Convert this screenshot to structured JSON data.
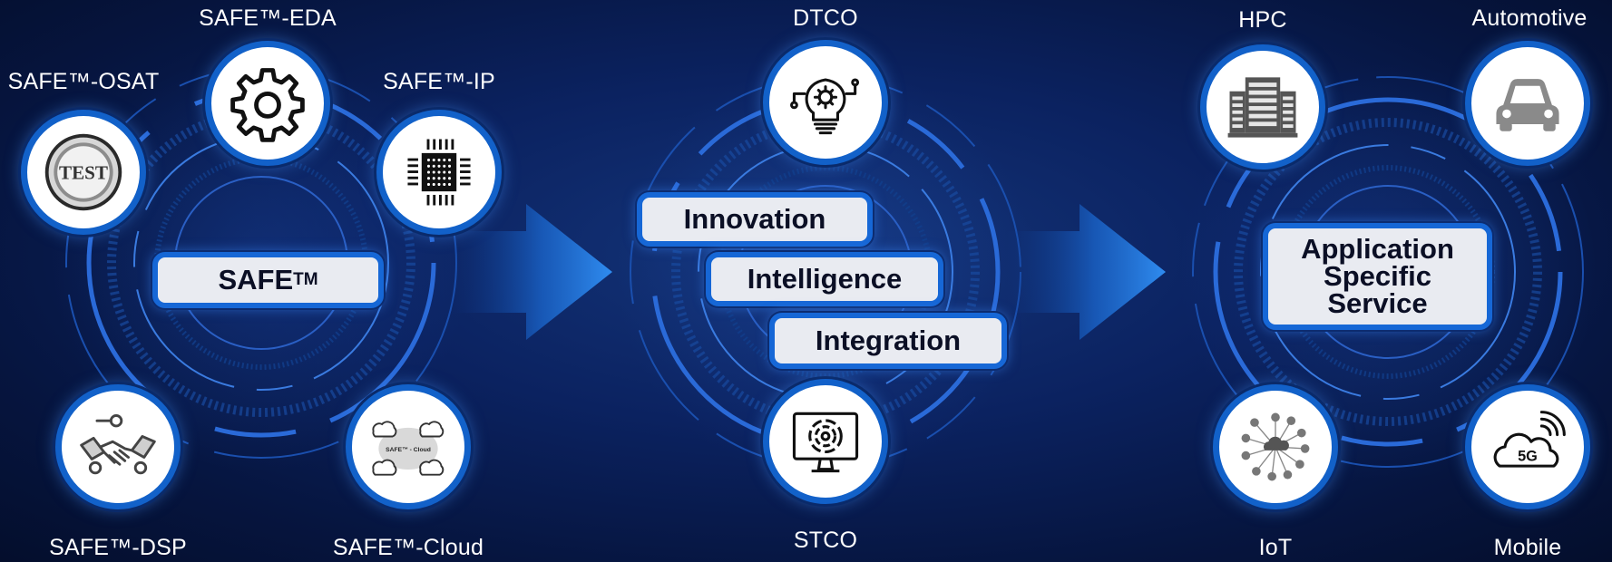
{
  "sections": {
    "left": {
      "center_label": "SAFE",
      "center_sup": "TM",
      "nodes": [
        {
          "label": "SAFE™-EDA",
          "icon": "gear-icon"
        },
        {
          "label": "SAFE™-OSAT",
          "icon": "test-badge-icon",
          "icon_text": "TEST"
        },
        {
          "label": "SAFE™-IP",
          "icon": "chip-icon"
        },
        {
          "label": "SAFE™-DSP",
          "icon": "handshake-icon"
        },
        {
          "label": "SAFE™-Cloud",
          "icon": "cloud-network-icon",
          "icon_text": "SAFE™ - Cloud"
        }
      ]
    },
    "middle": {
      "nodes": [
        {
          "label": "DTCO",
          "icon": "lightbulb-gear-icon"
        },
        {
          "label": "STCO",
          "icon": "monitor-circuit-icon"
        }
      ],
      "pills": [
        "Innovation",
        "Intelligence",
        "Integration"
      ]
    },
    "right": {
      "center_lines": [
        "Application",
        "Specific",
        "Service"
      ],
      "nodes": [
        {
          "label": "HPC",
          "icon": "server-rack-icon"
        },
        {
          "label": "Automotive",
          "icon": "car-icon"
        },
        {
          "label": "IoT",
          "icon": "iot-network-icon"
        },
        {
          "label": "Mobile",
          "icon": "cloud-5g-icon",
          "icon_text": "5G"
        }
      ]
    }
  },
  "arrows": [
    "arrow-right-icon",
    "arrow-right-icon"
  ],
  "colors": {
    "background": "#0b2260",
    "accent_blue": "#1261c9",
    "pill_fill": "#e9ebf1",
    "label_text": "#ffffff"
  }
}
